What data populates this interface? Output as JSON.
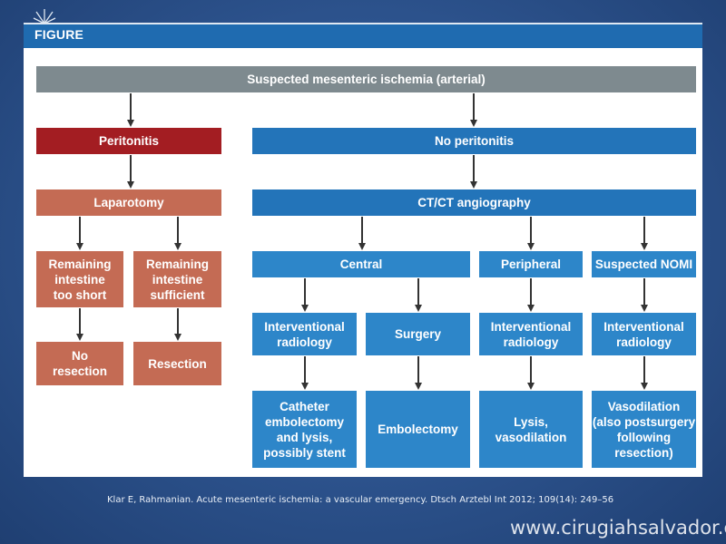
{
  "header": {
    "figure_label": "FIGURE"
  },
  "flow": {
    "root": "Suspected mesenteric ischemia (arterial)",
    "peritonitis": "Peritonitis",
    "no_peritonitis": "No peritonitis",
    "laparotomy": "Laparotomy",
    "ct_angiography": "CT/CT angiography",
    "remaining_short": "Remaining\nintestine\ntoo short",
    "remaining_sufficient": "Remaining\nintestine\nsufficient",
    "no_resection": "No\nresection",
    "resection": "Resection",
    "central": "Central",
    "peripheral": "Peripheral",
    "suspected_nomi": "Suspected  NOMI",
    "interventional_radiology": "Interventional\nradiology",
    "surgery": "Surgery",
    "catheter_embolectomy": "Catheter\nembolectomy\nand lysis,\npossibly stent",
    "embolectomy": "Embolectomy",
    "lysis": "Lysis,\nvasodilation",
    "vasodilation": "Vasodilation\n(also postsurgery\nfollowing\nresection)"
  },
  "footer": {
    "citation": "Klar E, Rahmanian. Acute mesenteric ischemia: a vascular emergency. Dtsch Arztebl Int 2012;  109(14): 249–56",
    "url": "www.cirugiahsalvador.cl"
  },
  "colors": {
    "gray_box": "#7e8a8f",
    "red_box": "#a31d22",
    "salmon_box": "#c46b54",
    "blue_box": "#2374b9",
    "header_bar": "#1f6bb0"
  }
}
